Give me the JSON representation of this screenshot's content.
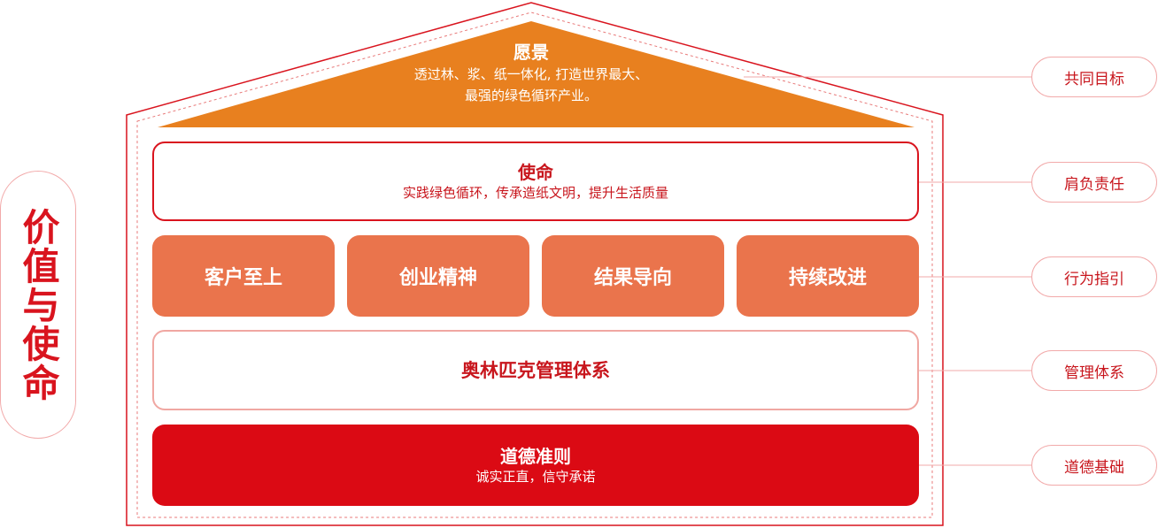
{
  "vision": {
    "title": "愿景",
    "line1": "透过林、浆、纸一体化, 打造世界最大、",
    "line2": "最强的绿色循环产业。"
  },
  "mission": {
    "title": "使命",
    "text": "实践绿色循环，传承造纸文明，提升生活质量"
  },
  "values": [
    "客户至上",
    "创业精神",
    "结果导向",
    "持续改进"
  ],
  "management": {
    "title": "奥林匹克管理体系"
  },
  "ethics": {
    "title": "道德准则",
    "text": "诚实正直，信守承诺"
  },
  "side_label": "价值与使命",
  "right_labels": [
    "共同目标",
    "肩负责任",
    "行为指引",
    "管理体系",
    "道德基础"
  ],
  "colors": {
    "primary_red": "#db0a14",
    "orange": "#e8801f",
    "salmon": "#ea744c",
    "outline": "#d9141e"
  }
}
